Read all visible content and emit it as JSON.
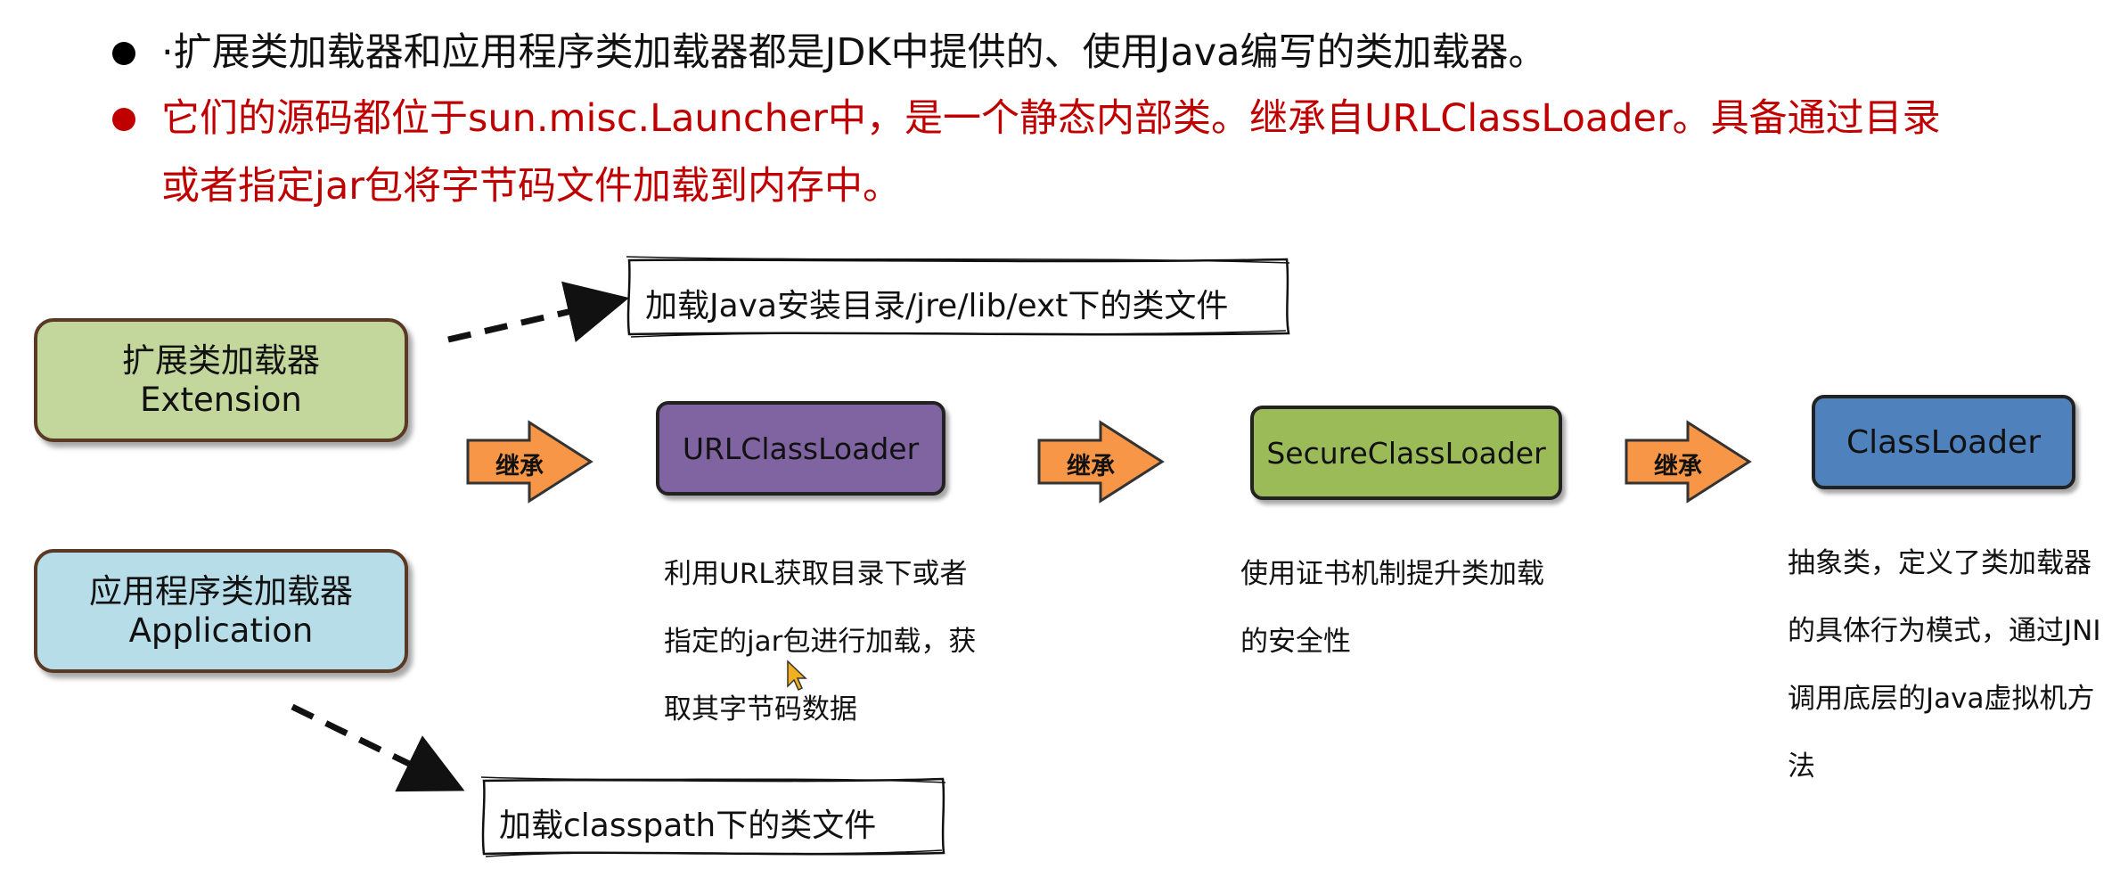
{
  "bullets": [
    {
      "text": "·扩展类加载器和应用程序类加载器都是JDK中提供的、使用Java编写的类加载器。",
      "color": "#111111",
      "dot_color": "#000000"
    },
    {
      "text": "它们的源码都位于sun.misc.Launcher中，是一个静态内部类。继承自URLClassLoader。具备通过目录",
      "color": "#c00000",
      "dot_color": "#c00000"
    },
    {
      "text": "或者指定jar包将字节码文件加载到内存中。",
      "color": "#c00000"
    }
  ],
  "loaders": {
    "extension": {
      "line1": "扩展类加载器",
      "line2": "Extension",
      "fill": "#c3d69b"
    },
    "application": {
      "line1": "应用程序类加载器",
      "line2": "Application",
      "fill": "#b7dde8"
    }
  },
  "notes": {
    "extension": "加载Java安装目录/jre/lib/ext下的类文件",
    "application": "加载classpath下的类文件"
  },
  "classes": [
    {
      "name": "URLClassLoader",
      "fill": "#8064a2",
      "desc": [
        "利用URL获取目录下或者",
        "指定的jar包进行加载，获",
        "取其字节码数据"
      ]
    },
    {
      "name": "SecureClassLoader",
      "fill": "#9bbb59",
      "desc": [
        "使用证书机制提升类加载",
        "的安全性"
      ]
    },
    {
      "name": "ClassLoader",
      "fill": "#4f81bd",
      "desc": [
        "抽象类，定义了类加载器",
        "的具体行为模式，通过JNI",
        "调用底层的Java虚拟机方",
        "法"
      ]
    }
  ],
  "inherit_arrows": [
    {
      "label": "继承",
      "fill": "#f79646"
    },
    {
      "label": "继承",
      "fill": "#f79646"
    },
    {
      "label": "继承",
      "fill": "#f79646"
    }
  ]
}
